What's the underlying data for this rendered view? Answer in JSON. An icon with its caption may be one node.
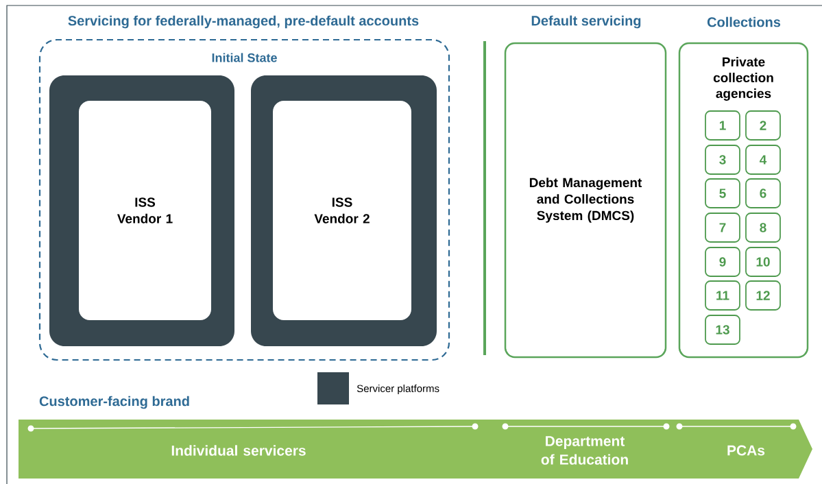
{
  "diagram": {
    "nodes": [
      {
        "text": [
          "Initial State"
        ]
      },
      {
        "text": [],
        "shape": "box",
        "in": 0
      },
      {
        "text": [
          "ISS Vendor 1"
        ],
        "in": 1
      },
      {
        "text": [],
        "shape": "box",
        "in": 0
      },
      {
        "text": [
          "ISS Vendor 2"
        ],
        "in": 3
      },
      {
        "text": [
          "Debt Management and Collections System (DMCS)"
        ]
      },
      {
        "text": [
          "Private collection agencies"
        ]
      },
      {
        "text": [
          "1"
        ],
        "in": 6
      },
      {
        "text": [
          "2"
        ],
        "in": 6
      },
      {
        "text": [
          "3"
        ],
        "in": 6
      },
      {
        "text": [
          "4"
        ],
        "in": 6
      },
      {
        "text": [
          "5"
        ],
        "in": 6
      },
      {
        "text": [
          "6"
        ],
        "in": 6
      },
      {
        "text": [
          "7"
        ],
        "in": 6
      },
      {
        "text": [
          "8"
        ],
        "in": 6
      },
      {
        "text": [
          "9"
        ],
        "in": 6
      },
      {
        "text": [
          "10"
        ],
        "in": 6
      },
      {
        "text": [
          "11"
        ],
        "in": 6
      },
      {
        "text": [
          "12"
        ],
        "in": 6
      },
      {
        "text": [
          "13"
        ],
        "in": 6
      },
      {
        "text": [
          "Individual servicers",
          "Department of Education",
          "PCAs"
        ]
      }
    ],
    "labels": [
      "Servicing for federally-managed, pre-default accounts",
      "Default servicing",
      "Collections",
      "Customer-facing brand"
    ],
    "legend": [
      {
        "text": "Servicer platforms",
        "color": "#37474f"
      }
    ]
  }
}
